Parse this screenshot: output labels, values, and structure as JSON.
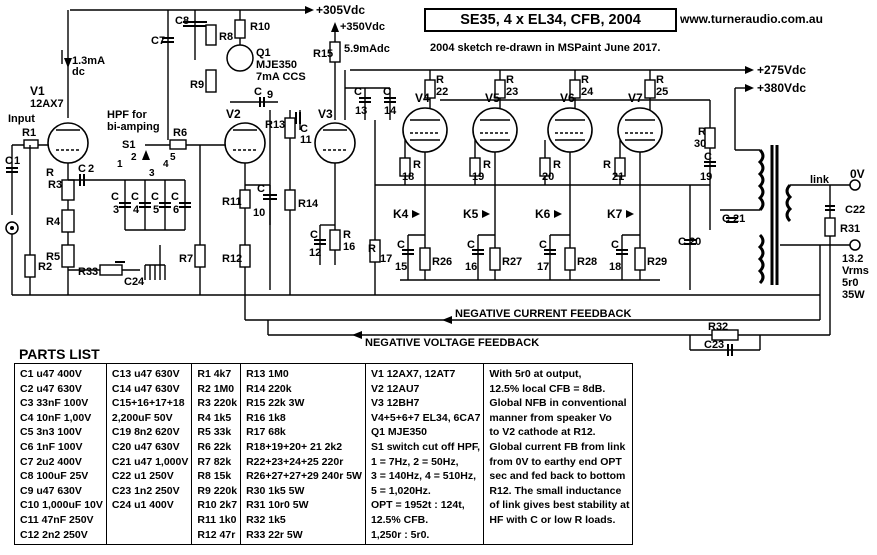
{
  "title": "SE35, 4 x EL34, CFB, 2004",
  "website": "www.turneraudio.com.au",
  "sketch_note": "2004 sketch re-drawn in MSPaint June 2017.",
  "schematic": {
    "rails": {
      "b305": "+305Vdc",
      "b350": "+350Vdc",
      "b275": "+275Vdc",
      "b380": "+380Vdc"
    },
    "currents": {
      "v1": "1.3mA",
      "v1_unit": "dc",
      "r15": "5.9mAdc",
      "ccs": "7mA CCS"
    },
    "tubes": {
      "v1": "V1",
      "v1_type": "12AX7",
      "v2": "V2",
      "v3": "V3",
      "v4": "V4",
      "v5": "V5",
      "v6": "V6",
      "v7": "V7"
    },
    "transistor": {
      "name": "Q1",
      "type": "MJE350"
    },
    "input": "Input",
    "hpf": "HPF for",
    "hpf2": "bi-amping",
    "switch": "S1",
    "switch_positions": [
      "1",
      "2",
      "3",
      "4",
      "5"
    ],
    "feedback_current": "NEGATIVE   CURRENT FEEDBACK",
    "feedback_voltage": "NEGATIVE   VOLTAGE   FEEDBACK",
    "link": "link",
    "zero_v": "0V",
    "output": [
      "13.2",
      "Vrms",
      "5r0",
      "35W"
    ],
    "cathode_taps": [
      "K4",
      "K5",
      "K6",
      "K7"
    ],
    "parts": {
      "R1": "R1",
      "R2": "R2",
      "R3": "R3",
      "R4": "R4",
      "R5": "R5",
      "R6": "R6",
      "R7": "R7",
      "R8": "R8",
      "R9": "R9",
      "R10": "R10",
      "R11": "R11",
      "R12": "R12",
      "R13": "R13",
      "R14": "R14",
      "R15": "R15",
      "R16": "16",
      "R17": "17",
      "R18": "18",
      "R19": "19",
      "R20": "20",
      "R21": "21",
      "R22": "22",
      "R23": "23",
      "R24": "24",
      "R25": "25",
      "R26": "R26",
      "R27": "R27",
      "R28": "R28",
      "R29": "R29",
      "R30": "30",
      "R31": "R31",
      "R32": "R32",
      "R33": "R33",
      "C1": "1",
      "C2": "2",
      "C3": "3",
      "C4": "4",
      "C5": "5",
      "C6": "6",
      "C7": "C7",
      "C8": "C8",
      "C9": "9",
      "C10": "10",
      "C11": "11",
      "C12": "12",
      "C13": "13",
      "C14": "14",
      "C15": "15",
      "C16": "16",
      "C17": "17",
      "C18": "18",
      "C19": "19",
      "C20": "C 20",
      "C21": "21",
      "C22": "C22",
      "C23": "C23",
      "C24": "C24",
      "C_letter": "C",
      "R_letter": "R"
    }
  },
  "parts_list": {
    "title": "PARTS LIST",
    "columns": [
      [
        "C1 u47 400V",
        "C2 u47 630V",
        "C3 33nF 100V",
        "C4 10nF 1,00V",
        "C5 3n3 100V",
        "C6 1nF 100V",
        "C7 2u2 400V",
        "C8 100uF 25V",
        "C9 u47 630V",
        "C10 1,000uF 10V",
        "C11 47nF 250V",
        "C12 2n2 250V"
      ],
      [
        "C13 u47 630V",
        "C14 u47 630V",
        "C15+16+17+18",
        "2,200uF 50V",
        "C19 8n2 620V",
        "C20 u47 630V",
        "C21 u47 1,000V",
        "C22 u1 250V",
        "C23 1n2 250V",
        "C24 u1 400V"
      ],
      [
        "R1 4k7",
        "R2 1M0",
        "R3 220k",
        "R4 1k5",
        "R5 33k",
        "R6 22k",
        "R7 82k",
        "R8 15k",
        "R9 220k",
        "R10 2k7",
        "R11 1k0",
        "R12 47r"
      ],
      [
        "R13 1M0",
        "R14 220k",
        "R15 22k 3W",
        "R16 1k8",
        "R17 68k",
        "R18+19+20+ 21 2k2",
        "R22+23+24+25 220r",
        "R26+27+27+29 240r 5W",
        "R30 1k5 5W",
        "R31 10r0 5W",
        "R32 1k5",
        "R33 22r 5W"
      ],
      [
        "V1 12AX7, 12AT7",
        "V2 12AU7",
        "V3 12BH7",
        "V4+5+6+7 EL34, 6CA7",
        "Q1 MJE350",
        "S1 switch cut off HPF,",
        "1 = 7Hz, 2 = 50Hz,",
        "3 = 140Hz, 4 = 510Hz,",
        "5 = 1,020Hz.",
        "OPT = 1952t : 124t,",
        "12.5% CFB.",
        "1,250r : 5r0."
      ],
      [
        "With 5r0 at output,",
        "12.5% local CFB = 8dB.",
        "Global NFB in conventional",
        "manner from speaker Vo",
        "to V2 cathode at R12.",
        "Global current FB from link",
        "from 0V to earthy end OPT",
        "sec and fed back to bottom",
        "R12. The small inductance",
        "of link gives best stability at",
        "HF with C or low R loads."
      ]
    ]
  }
}
